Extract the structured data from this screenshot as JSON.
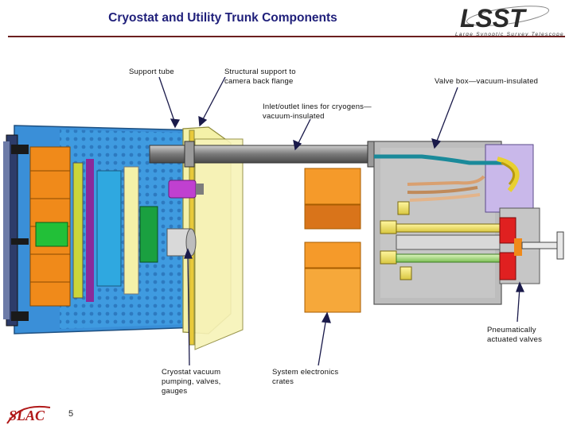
{
  "header": {
    "title": "Cryostat and Utility Trunk Components",
    "logo_text": "LSST",
    "logo_subtitle": "Large Synoptic Survey Telescope"
  },
  "labels": {
    "support_tube": "Support tube",
    "structural_support_l1": "Structural support to",
    "structural_support_l2": "camera back flange",
    "valve_box": "Valve box—vacuum-insulated",
    "inlet_outlet_l1": "Inlet/outlet lines for cryogens—",
    "inlet_outlet_l2": "vacuum-insulated",
    "pneumatic_l1": "Pneumatically",
    "pneumatic_l2": "actuated valves",
    "cryostat_vacuum_l1": "Cryostat vacuum",
    "cryostat_vacuum_l2": "pumping, valves,",
    "cryostat_vacuum_l3": "gauges",
    "electronics_l1": "System electronics",
    "electronics_l2": "crates"
  },
  "footer": {
    "slac_logo": "SLAC",
    "page_number": "5"
  },
  "colors": {
    "title": "#1f1f7a",
    "rule": "#6b1f1f",
    "cryostat_body": "#3a8fd8",
    "structure_yellow": "#f4f1a8",
    "orange_crates": "#f08a1a",
    "valve_box_grey": "#b9b9b9",
    "trunk_pipe": "#8b8b8b",
    "valve_red": "#e02020",
    "arrow": "#1a1a4a"
  }
}
